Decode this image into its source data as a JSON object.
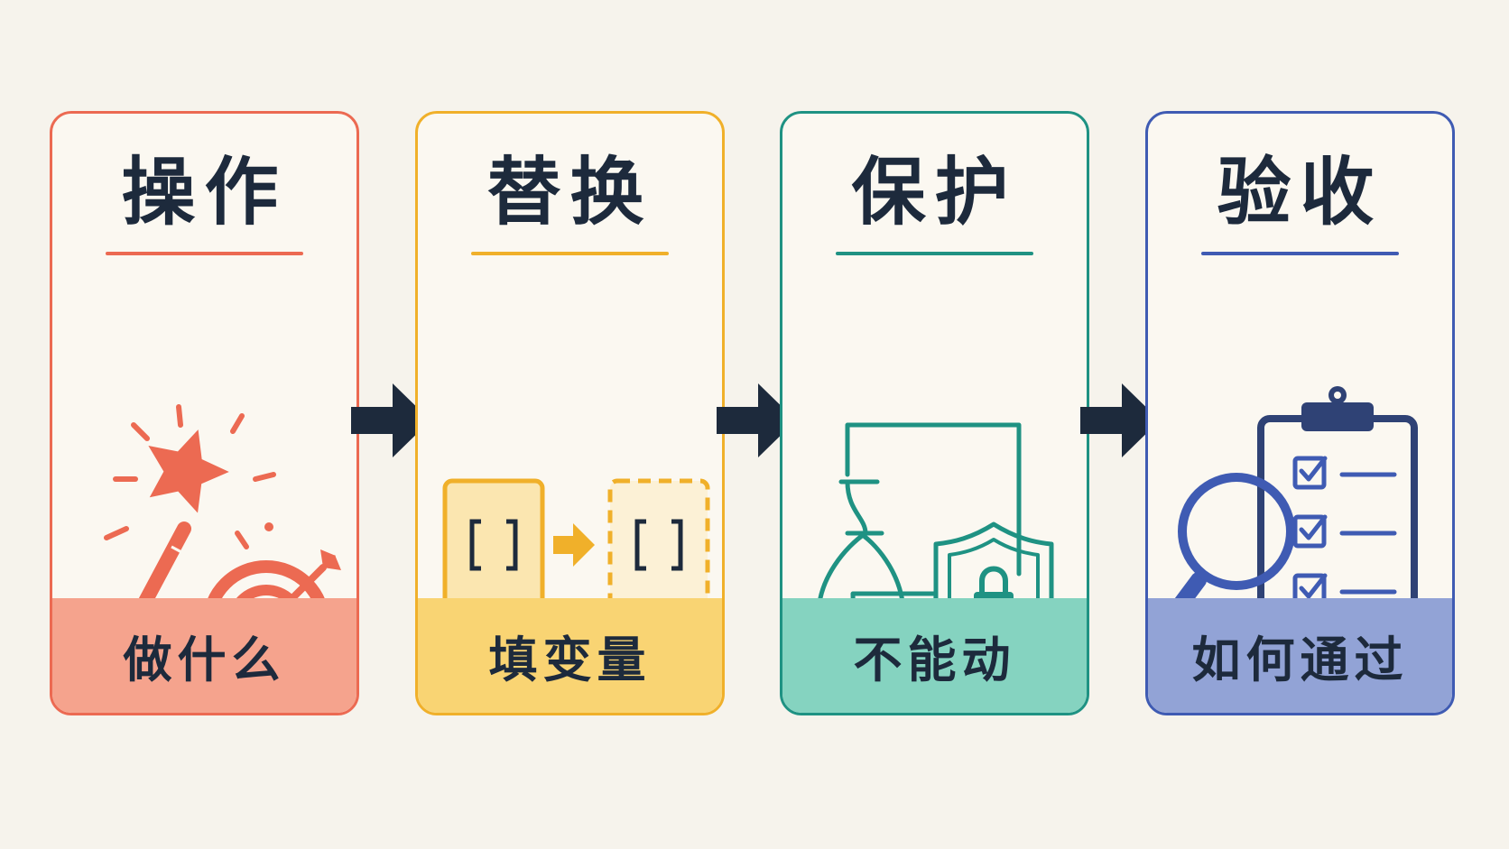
{
  "steps": [
    {
      "title": "操作",
      "footer": "做什么",
      "color": "#ec6a52",
      "footer_bg": "#f5a38d",
      "icon": "magic-wand-target-icon"
    },
    {
      "title": "替换",
      "footer": "填变量",
      "color": "#f0b02a",
      "footer_bg": "#f9d473",
      "icon": "bracket-swap-icon"
    },
    {
      "title": "保护",
      "footer": "不能动",
      "color": "#1f9283",
      "footer_bg": "#85d3c0",
      "icon": "vase-shield-lock-icon"
    },
    {
      "title": "验收",
      "footer": "如何通过",
      "color": "#3f5bb3",
      "footer_bg": "#92a3d6",
      "icon": "clipboard-checklist-magnifier-icon"
    }
  ],
  "arrow_color": "#1d2a3c"
}
